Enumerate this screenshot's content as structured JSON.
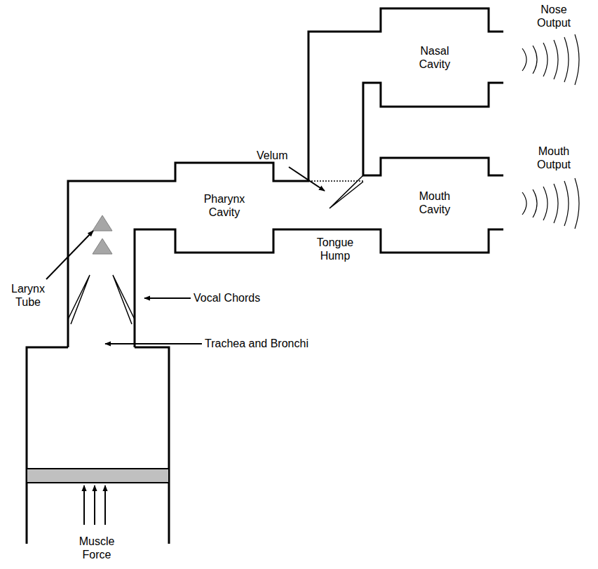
{
  "diagram": {
    "nodes": [
      {
        "text": [
          "Nasal Cavity"
        ]
      },
      {
        "text": [
          "Pharynx Cavity"
        ]
      },
      {
        "text": [
          "Mouth Cavity"
        ]
      }
    ],
    "labels": [
      "Nose Output",
      "Mouth Output",
      "Velum",
      "Tongue Hump",
      "Larynx Tube",
      "Vocal Chords",
      "Trachea and Bronchi",
      "Muscle Force"
    ]
  }
}
